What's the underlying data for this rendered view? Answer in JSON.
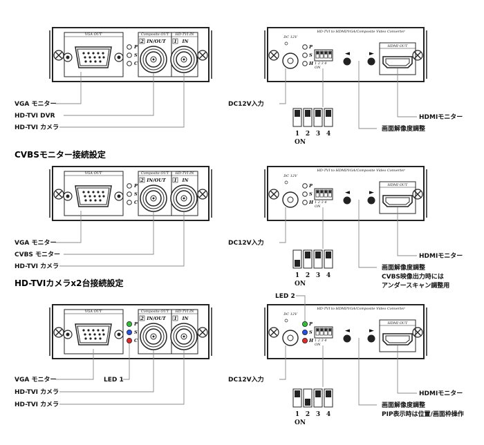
{
  "section_titles": {
    "s2": "CVBSモニター接続設定",
    "s3": "HD-TVIカメラx2台接続設定"
  },
  "left_panel": {
    "vga_out": "VGA   OUT",
    "composite_out": "Composite  OUT",
    "hdtvi_in": "HD-TVI  IN",
    "port_num_2": "2",
    "port_num_1": "1",
    "in_out": "IN/OUT",
    "in": "IN",
    "led_letters": [
      "P",
      "S",
      "C"
    ]
  },
  "right_panel": {
    "title": "HD-TVI   to HDMI/VGA/Composite Video Converter",
    "dc12v": "DC 12V",
    "hdmi_out": "HDMI   OUT",
    "led_letters": [
      "P",
      "S",
      "H"
    ],
    "switch_nums": "1  2  3  4",
    "switch_on": "ON",
    "arrow_left": "◄",
    "arrow_right": "►"
  },
  "dip_large": {
    "nums": [
      "1",
      "2",
      "3",
      "4"
    ],
    "on": "ON"
  },
  "diagram1": {
    "labels": [
      "VGA モニター",
      "HD-TVI DVR",
      "HD-TVI カメラ"
    ],
    "dc12v": "DC12V入力",
    "resolution": "画面解像度調整",
    "hdmi": "HDMIモニター"
  },
  "diagram2": {
    "labels": [
      "VGA モニター",
      "CVBS モニター",
      "HD-TVI カメラ"
    ],
    "dc12v": "DC12V入力",
    "resolution": "画面解像度調整",
    "resolution_note1": "CVBS映像出力時には",
    "resolution_note2": "アンダースキャン調整用",
    "hdmi": "HDMIモニター"
  },
  "diagram3": {
    "labels": [
      "VGA モニター",
      "HD-TVI カメラ",
      "HD-TVI カメラ"
    ],
    "led1": "LED 1",
    "led2": "LED 2",
    "dc12v": "DC12V入力",
    "resolution": "画面解像度調整",
    "resolution_note1": "PIP表示時は位置/画面枠操作",
    "hdmi": "HDMIモニター"
  },
  "colors": {
    "led_green": "#2fbf3a",
    "led_blue": "#2a4fe0",
    "led_red": "#e02a2a"
  }
}
